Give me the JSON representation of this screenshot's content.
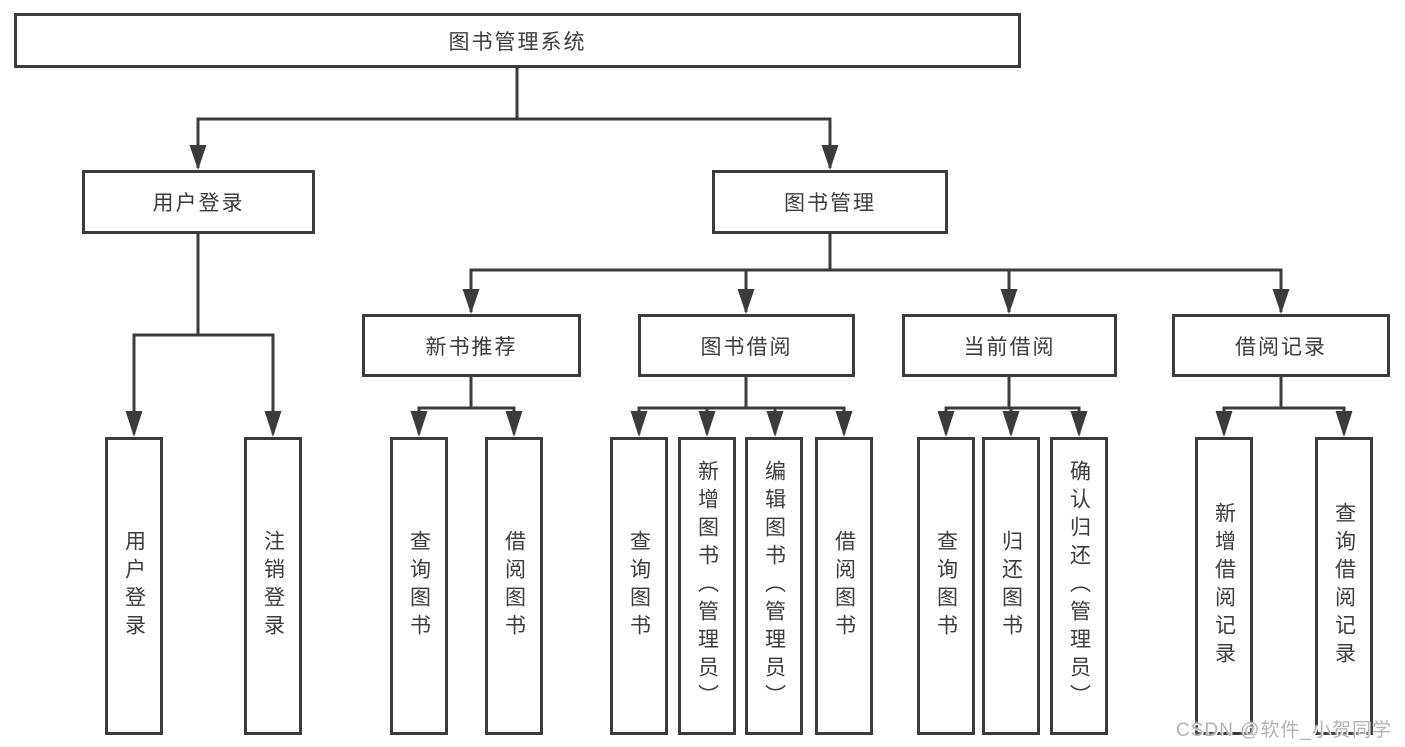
{
  "diagram": {
    "type": "tree-structure",
    "nodes": {
      "root": "图书管理系统",
      "user_login": "用户登录",
      "book_mgmt": "图书管理",
      "new_rec": "新书推荐",
      "borrow": "图书借阅",
      "current": "当前借阅",
      "records": "借阅记录"
    },
    "leaves": {
      "login": "用户登录",
      "logout": "注销登录",
      "rec_query": "查询图书",
      "rec_borrow": "借阅图书",
      "bb_query": "查询图书",
      "bb_add": "新增图书（管理员）",
      "bb_edit": "编辑图书（管理员）",
      "bb_borrow": "借阅图书",
      "cur_query": "查询图书",
      "cur_return": "归还图书",
      "cur_confirm": "确认归还（管理员）",
      "log_add": "新增借阅记录",
      "log_query": "查询借阅记录"
    },
    "colors": {
      "line": "#3b3b3b",
      "text": "#3c3c3c",
      "background": "#ffffff"
    }
  },
  "watermark": {
    "text": "CSDN @软件_小贺同学",
    "color": "#b3b3b3"
  }
}
